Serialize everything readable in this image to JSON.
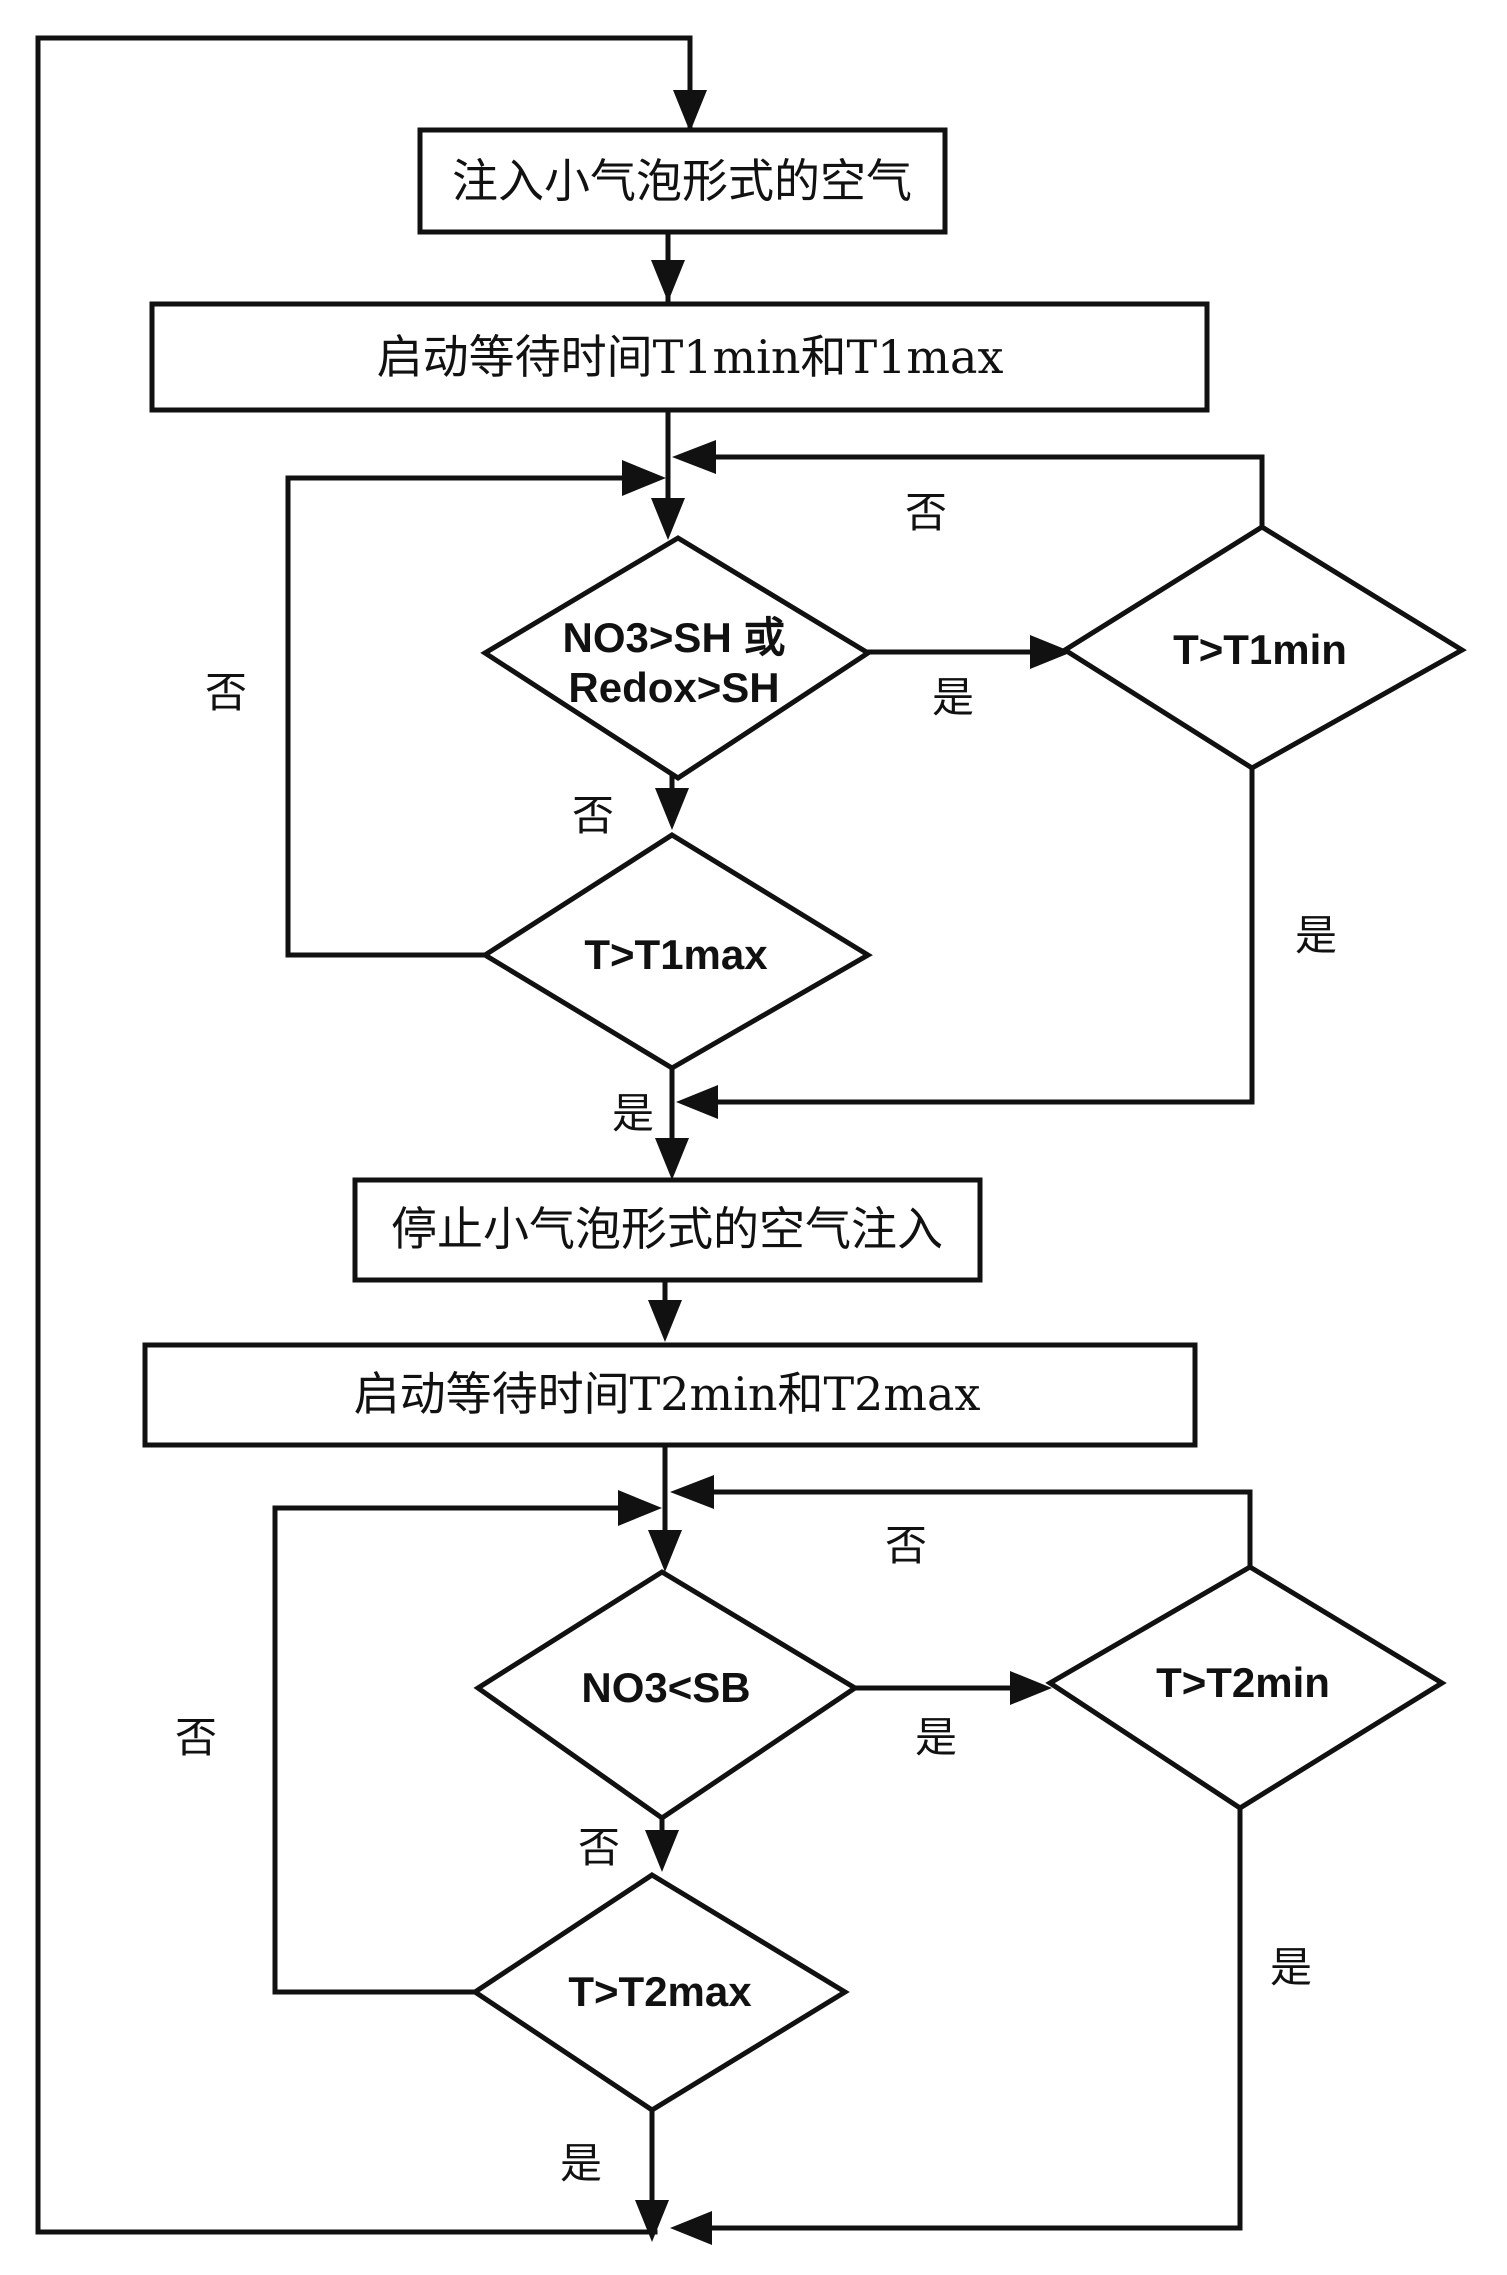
{
  "steps": {
    "inject_air": "注入小气泡形式的空气",
    "start_t1": "启动等待时间T1min和T1max",
    "stop_air": "停止小气泡形式的空气注入",
    "start_t2": "启动等待时间T2min和T2max"
  },
  "decisions": {
    "d1_line1": "NO3>SH 或",
    "d1_line2": "Redox>SH",
    "t1min": "T>T1min",
    "t1max": "T>T1max",
    "d2": "NO3<SB",
    "t2min": "T>T2min",
    "t2max": "T>T2max"
  },
  "labels": {
    "yes": "是",
    "no": "否"
  }
}
